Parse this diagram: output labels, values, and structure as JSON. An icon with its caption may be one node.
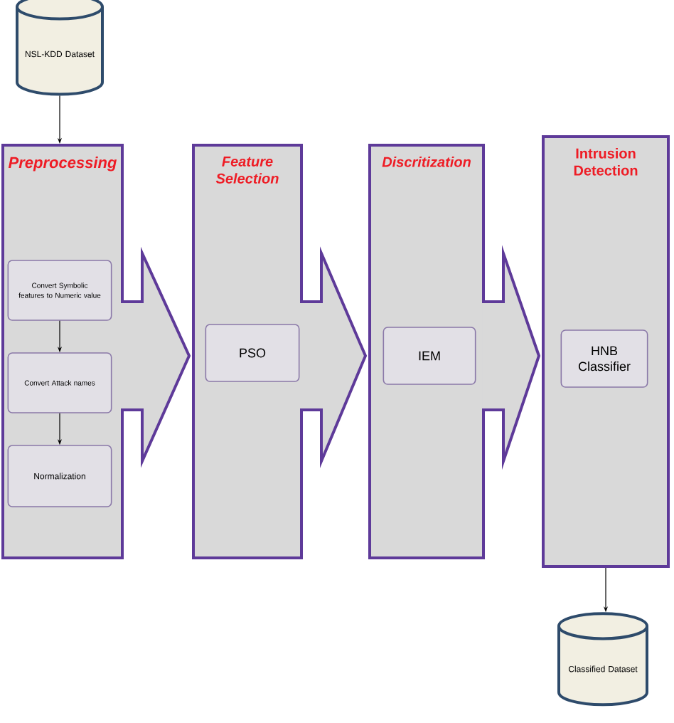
{
  "diagram": {
    "nodes": [
      {
        "text": [
          "NSL-KDD Dataset"
        ]
      },
      {
        "text": [
          "Preprocessing"
        ]
      },
      {
        "text": [
          "Convert Symbolic features to Numeric value"
        ],
        "in": 1
      },
      {
        "text": [
          "Convert Attack names"
        ],
        "in": 1
      },
      {
        "text": [
          "Normalization"
        ],
        "in": 1
      },
      {
        "text": [
          "Feature Selection"
        ]
      },
      {
        "text": [
          "PSO"
        ],
        "in": 5
      },
      {
        "text": [
          "Discritization"
        ]
      },
      {
        "text": [
          "IEM"
        ],
        "in": 7
      },
      {
        "text": [
          "Intrusion Detection"
        ]
      },
      {
        "text": [
          "HNB Classifier"
        ],
        "in": 9
      },
      {
        "text": [
          "Classified Dataset"
        ]
      }
    ],
    "edges": [
      {
        "from": 0,
        "to": 1,
        "arrow": "to"
      },
      {
        "from": 2,
        "to": 3,
        "arrow": "to"
      },
      {
        "from": 3,
        "to": 4,
        "arrow": "to"
      },
      {
        "from": 1,
        "to": 5,
        "arrow": "to",
        "style": "thick"
      },
      {
        "from": 5,
        "to": 7,
        "arrow": "to",
        "style": "thick"
      },
      {
        "from": 7,
        "to": 9,
        "arrow": "to",
        "style": "thick"
      },
      {
        "from": 9,
        "to": 11,
        "arrow": "to"
      }
    ]
  }
}
